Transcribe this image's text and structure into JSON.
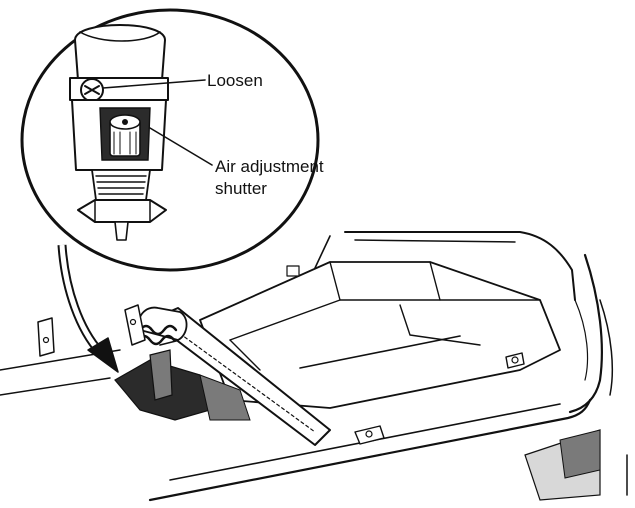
{
  "labels": {
    "loosen": "Loosen",
    "air_shutter_line1": "Air adjustment",
    "air_shutter_line2": "shutter"
  },
  "colors": {
    "ink": "#111111",
    "shading_dark": "#2b2b2b",
    "shading_mid": "#7a7a7a",
    "shading_light": "#d8d8d8",
    "background": "#ffffff"
  },
  "icons": {
    "callout_arrow": "curved-arrow"
  }
}
